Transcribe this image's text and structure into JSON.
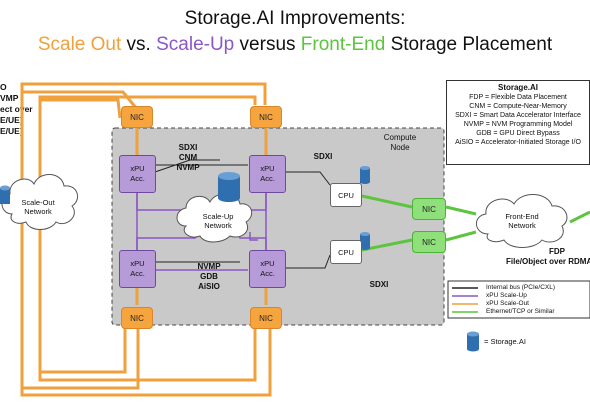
{
  "title": {
    "line1": "Storage.AI Improvements:",
    "part_scale_out": "Scale Out",
    "part_vs": "vs.",
    "part_scale_up": "Scale-Up",
    "part_versus": "versus",
    "part_front_end": "Front-End",
    "part_rest": "Storage Placement"
  },
  "left_cut_text": "O\nVMP\nect over\nE/UE)\nE/UE)",
  "compute_node_label": "Compute\nNode",
  "nic_label": "NIC",
  "xpu_label": "xPU\nAcc.",
  "cpu_label": "CPU",
  "scale_out_network": "Scale-Out\nNetwork",
  "scale_up_network": "Scale-Up\nNetwork",
  "front_end_network": "Front-End\nNetwork",
  "top_features": "SDXI\nCNM\nNVMP",
  "bottom_features": "NVMP\nGDB\nAiSIO",
  "sdxi_top": "SDXI",
  "sdxi_bottom": "SDXI",
  "fdp_label": "FDP",
  "file_object_label": "File/Object over RDMA",
  "legend": {
    "title": "Storage.AI",
    "lines": [
      "FDP = Flexible Data Placement",
      "CNM = Compute-Near-Memory",
      "SDXI = Smart Data Accelerator Interface",
      "NVMP = NVM Programming Model",
      "GDB = GPU Direct Bypass",
      "AiSIO = Accelerator-Initiated Storage I/O"
    ]
  },
  "line_legend": [
    {
      "label": "Internal bus (PCIe/CXL)",
      "color": "#222222"
    },
    {
      "label": "xPU Scale-Up",
      "color": "#8b57c5"
    },
    {
      "label": "xPU Scale-Out",
      "color": "#f0a03c"
    },
    {
      "label": "Ethernet/TCP or Similar",
      "color": "#5cc43f"
    }
  ],
  "storage_legend": "= Storage.AI",
  "colors": {
    "orange": "#f0a03c",
    "purple": "#8b57c5",
    "green": "#5cc43f",
    "storage_blue": "#2f6fb0"
  }
}
